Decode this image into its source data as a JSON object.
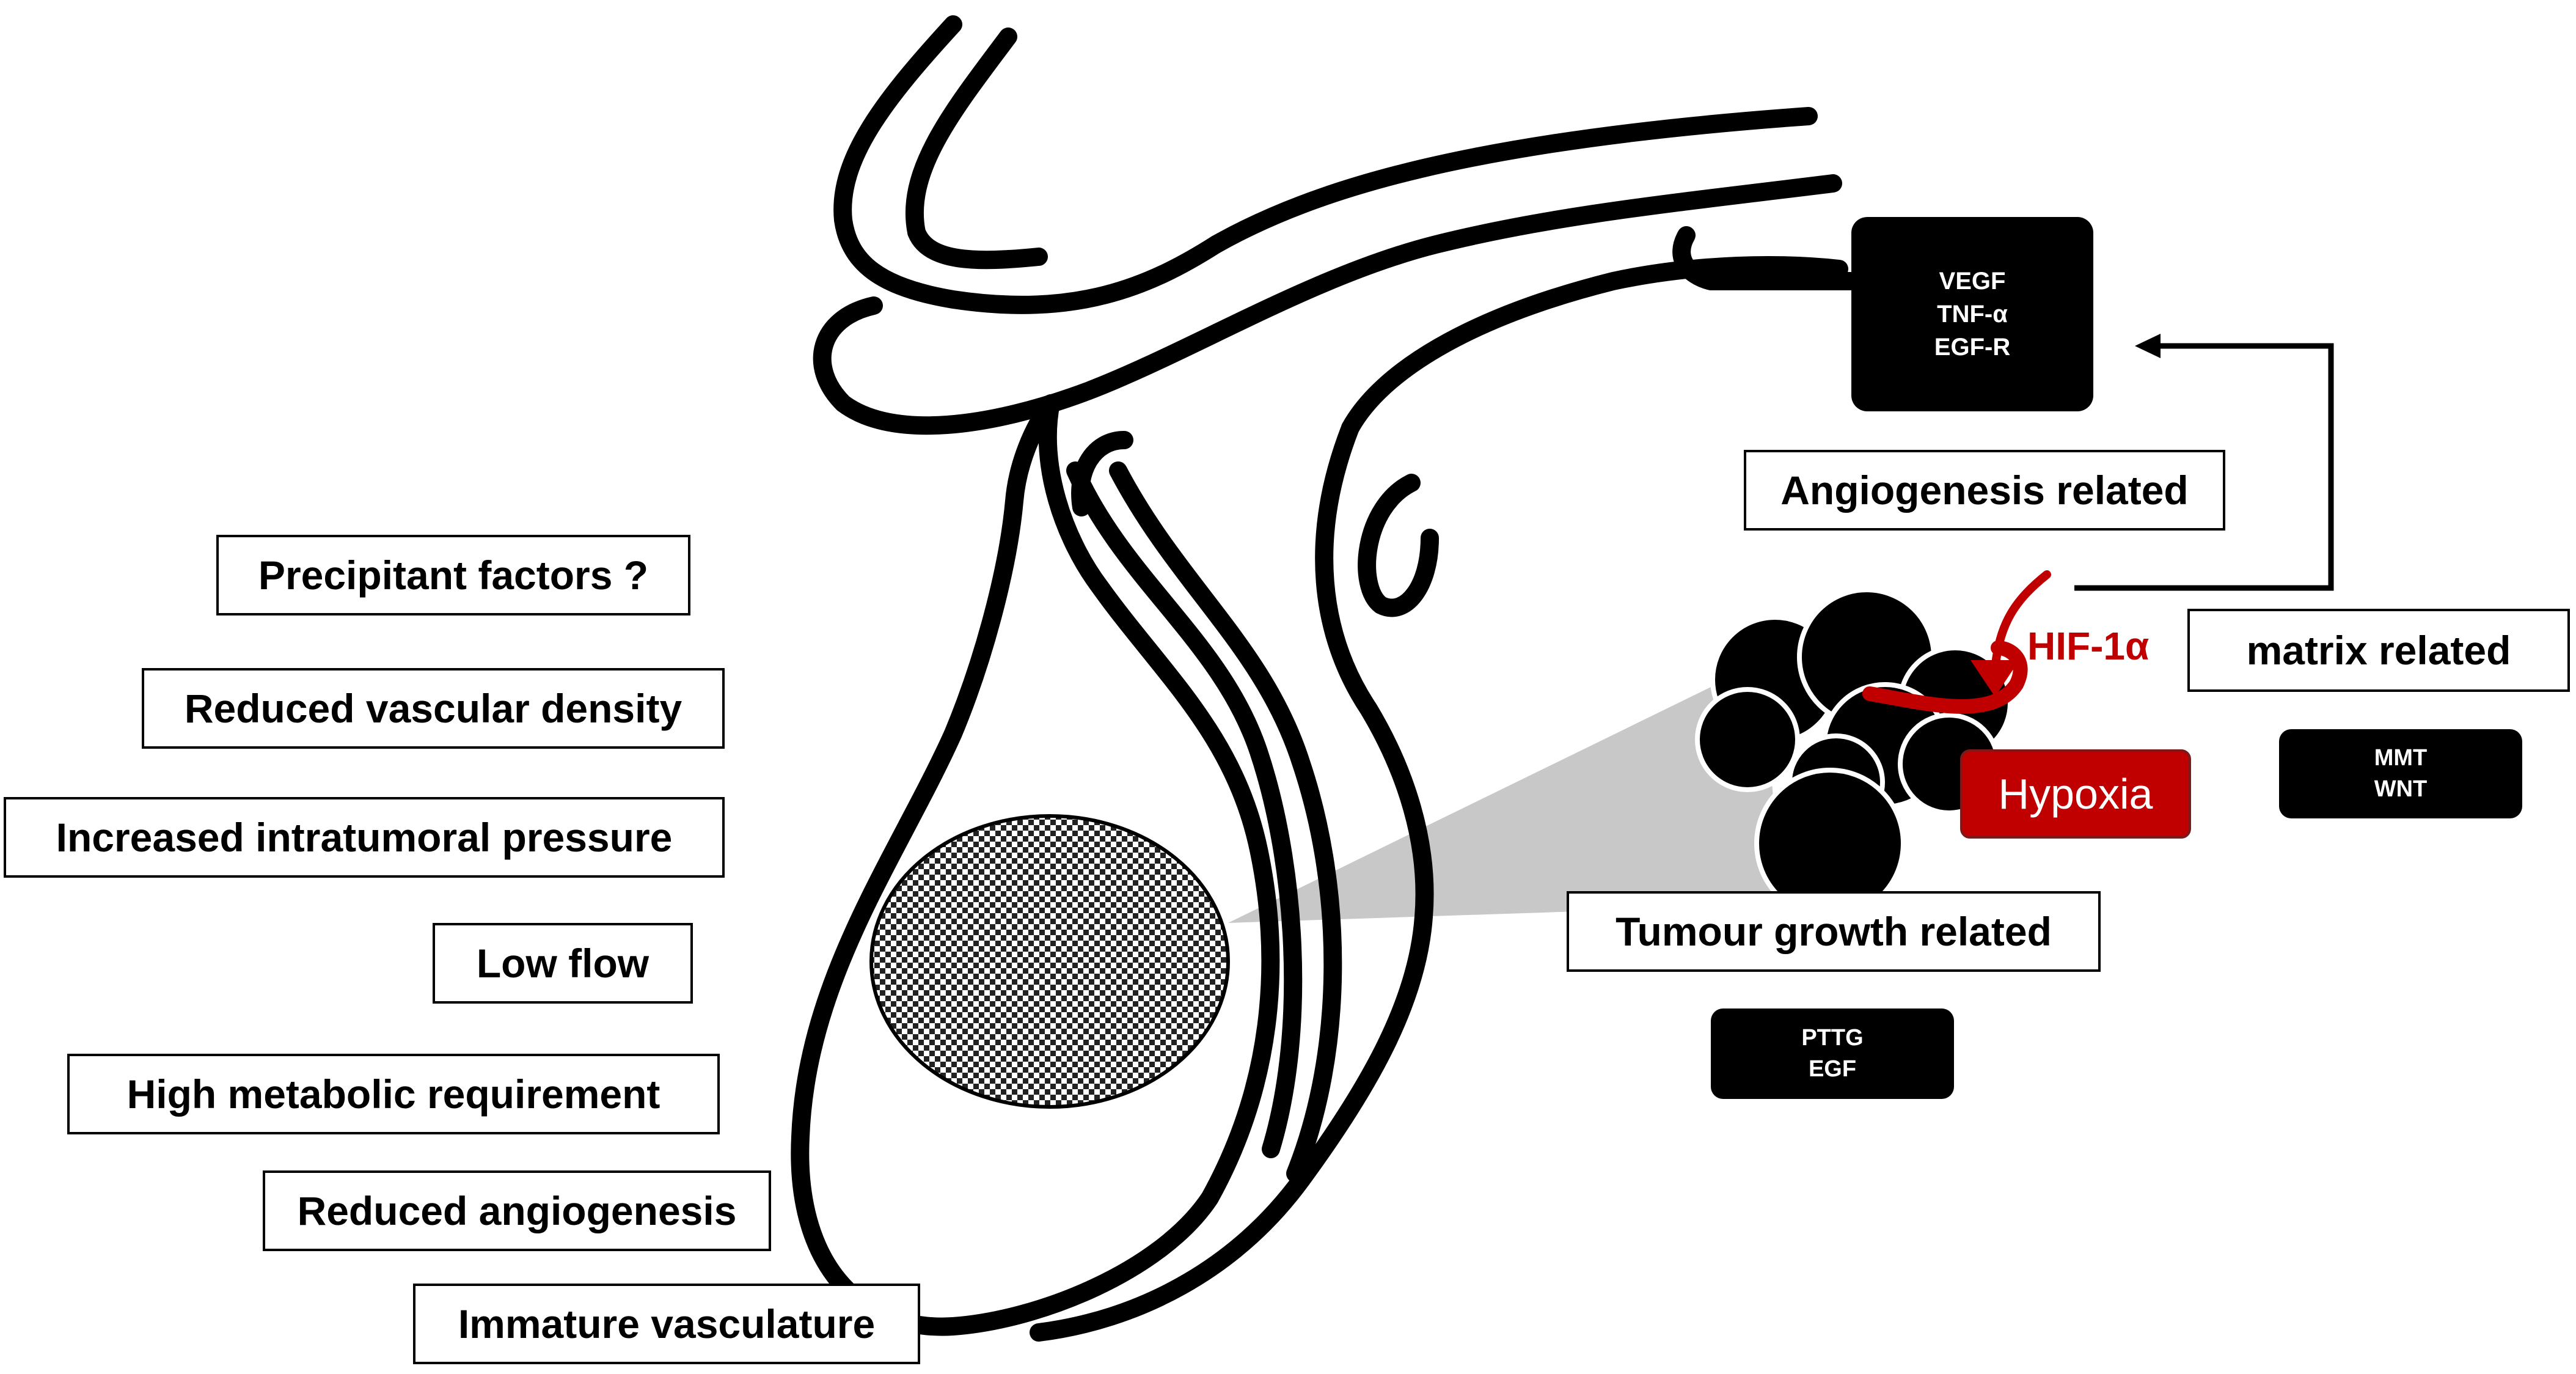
{
  "factors": [
    "Precipitant factors ?",
    "Reduced vascular density",
    "Increased intratumoral pressure",
    "Low flow",
    "High metabolic requirement",
    "Reduced angiogenesis",
    "Immature vasculature"
  ],
  "categories": {
    "angiogenesis": "Angiogenesis related",
    "matrix": "matrix related",
    "tumour_growth": "Tumour growth related"
  },
  "markers": {
    "angiogenesis": [
      "VEGF",
      "TNF-α",
      "EGF-R"
    ],
    "matrix": [
      "MMT",
      "WNT"
    ],
    "tumour_growth": [
      "PTTG",
      "EGF"
    ]
  },
  "hif_label": "HIF-1α",
  "hypoxia_label": "Hypoxia",
  "colors": {
    "accent_red": "#c00000",
    "box_black": "#000000",
    "spotlight_grey": "#c8c8c8"
  }
}
